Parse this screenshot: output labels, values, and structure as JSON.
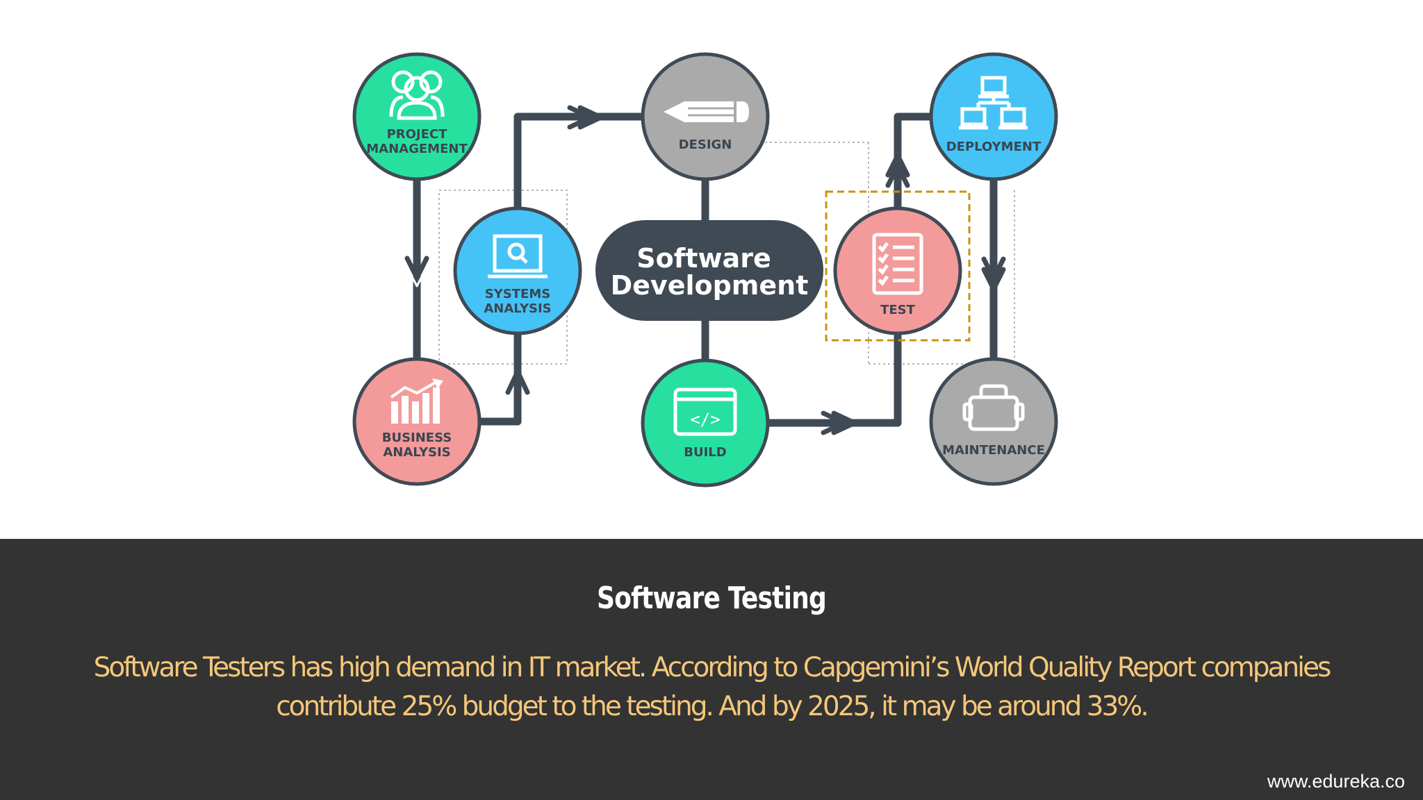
{
  "diagram": {
    "center_title_line1": "Software",
    "center_title_line2": "Development",
    "nodes": [
      {
        "id": "project-management",
        "line1": "PROJECT",
        "line2": "MANAGEMENT",
        "color": "#27e0a0",
        "icon": "people-icon"
      },
      {
        "id": "systems-analysis",
        "line1": "SYSTEMS",
        "line2": "ANALYSIS",
        "color": "#45c3f7",
        "icon": "monitor-search-icon"
      },
      {
        "id": "business-analysis",
        "line1": "BUSINESS",
        "line2": "ANALYSIS",
        "color": "#f39a9a",
        "icon": "bar-chart-icon"
      },
      {
        "id": "design",
        "line1": "DESIGN",
        "line2": "",
        "color": "#aaaaaa",
        "icon": "pencil-icon"
      },
      {
        "id": "build",
        "line1": "BUILD",
        "line2": "",
        "color": "#27e0a0",
        "icon": "code-window-icon"
      },
      {
        "id": "test",
        "line1": "TEST",
        "line2": "",
        "color": "#f39a9a",
        "icon": "checklist-icon"
      },
      {
        "id": "deployment",
        "line1": "DEPLOYMENT",
        "line2": "",
        "color": "#45c3f7",
        "icon": "network-icon"
      },
      {
        "id": "maintenance",
        "line1": "MAINTENANCE",
        "line2": "",
        "color": "#aaaaaa",
        "icon": "toolbox-icon"
      }
    ],
    "colors": {
      "connector": "#3f4a55",
      "highlight_box": "#c8940a",
      "dotted_guide": "#b5b5b5"
    }
  },
  "footer": {
    "title": "Software Testing",
    "body": "Software Testers has high demand in IT market. According to  Capgemini’s World Quality Report companies contribute 25% budget to the testing. And by 2025, it may be around 33%.",
    "url": "www.edureka.co",
    "background": "#333333",
    "body_color": "#f5c77a"
  }
}
